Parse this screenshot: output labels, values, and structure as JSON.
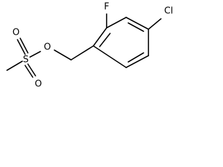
{
  "atoms": {
    "fluorine": "F",
    "chlorine": "Cl",
    "ester_oxygen": "O",
    "sulfur": "S",
    "sulfonyl_oxygen_top": "O",
    "sulfonyl_oxygen_bottom": "O"
  },
  "colors": {
    "bond": "#000000",
    "label": "#000000",
    "background": "#ffffff"
  }
}
